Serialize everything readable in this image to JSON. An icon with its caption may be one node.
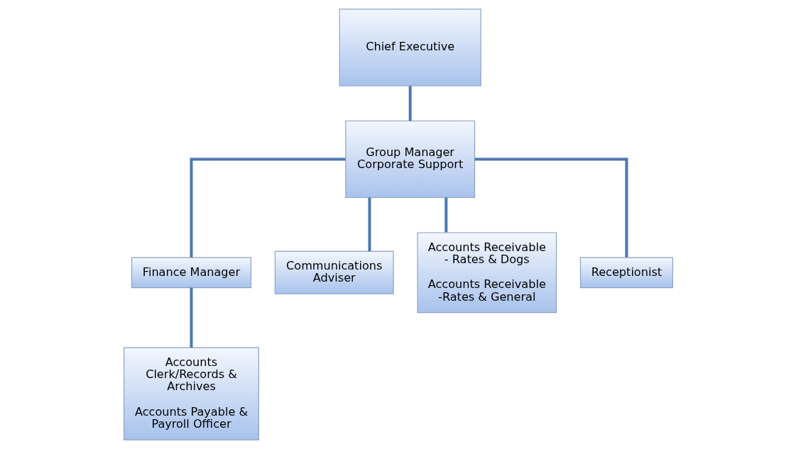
{
  "diagram": {
    "nodes": [
      {
        "text": [
          "Chief Executive"
        ]
      },
      {
        "text": [
          "Group Manager Corporate Support"
        ]
      },
      {
        "text": [
          "Finance Manager"
        ]
      },
      {
        "text": [
          "Communications Adviser"
        ]
      },
      {
        "text": [
          "Accounts Receivable - Rates & Dogs",
          "Accounts Receivable -Rates & General"
        ]
      },
      {
        "text": [
          "Receptionist"
        ]
      },
      {
        "text": [
          "Accounts Clerk/Records & Archives",
          "Accounts Payable & Payroll Officer"
        ]
      }
    ],
    "edges": [
      {
        "from": 0,
        "to": 1,
        "arrow": "none"
      },
      {
        "from": 1,
        "to": 2,
        "arrow": "none"
      },
      {
        "from": 1,
        "to": 3,
        "arrow": "none"
      },
      {
        "from": 1,
        "to": 4,
        "arrow": "none"
      },
      {
        "from": 1,
        "to": 5,
        "arrow": "none"
      },
      {
        "from": 2,
        "to": 6,
        "arrow": "none"
      }
    ]
  }
}
